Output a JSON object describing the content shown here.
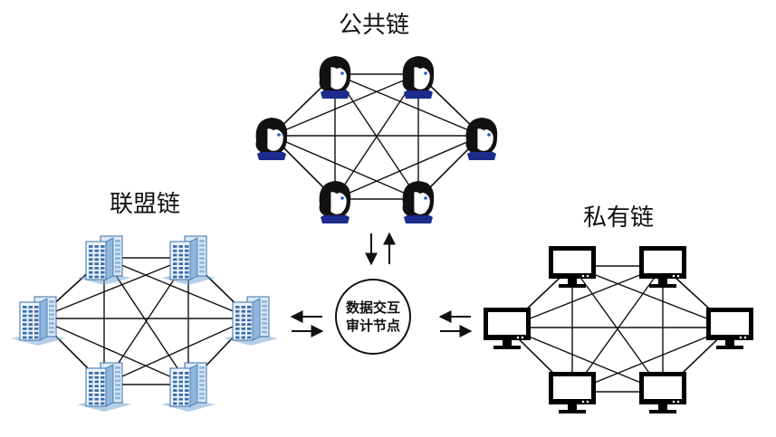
{
  "networks": {
    "public": {
      "title": "公共链",
      "node_type": "person-icon"
    },
    "consortium": {
      "title": "联盟链",
      "node_type": "server-building-icon"
    },
    "private": {
      "title": "私有链",
      "node_type": "monitor-icon"
    }
  },
  "hub": {
    "line1": "数据交互",
    "line2": "审计节点"
  },
  "colors": {
    "line": "#111111",
    "skin": "#ffffff",
    "hair": "#111111",
    "collar": "#1c2b8c",
    "building_light": "#dce9f5",
    "building_mid": "#8fb6dc",
    "building_dark": "#3a6ea8",
    "monitor": "#000000"
  }
}
